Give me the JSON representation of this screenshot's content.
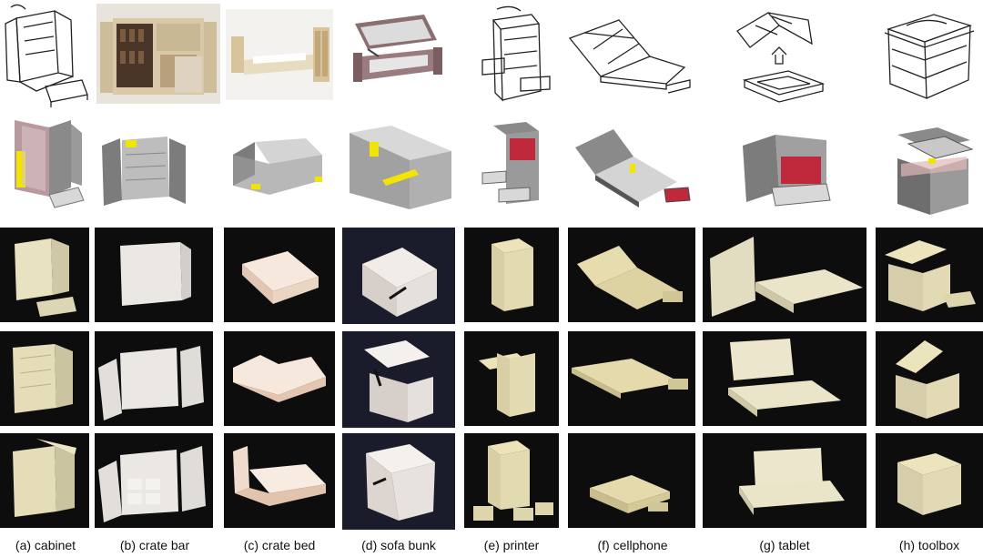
{
  "captions": [
    "(a) cabinet",
    "(b) crate bar",
    "(c) crate bed",
    "(d) sofa bunk",
    "(e) printer",
    "(f) cellphone",
    "(g) tablet",
    "(h) toolbox"
  ],
  "colors": {
    "photo_background": "#0d0d0d",
    "print_material": "#ece7c8",
    "model_gray": "#8c8c8c",
    "model_face": "#d8d8d8",
    "hinge_yellow": "#f2e600",
    "panel_red": "#c0283c"
  }
}
